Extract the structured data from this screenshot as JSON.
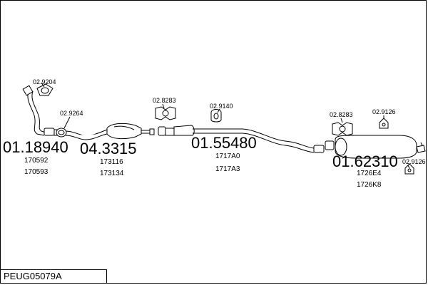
{
  "diagram_code": "PEUG05079A",
  "parts": [
    {
      "main": "01.18940",
      "refs": [
        "170592",
        "170593"
      ]
    },
    {
      "main": "04.3315",
      "refs": [
        "173116",
        "173134"
      ]
    },
    {
      "main": "01.55480",
      "refs": [
        "1717A0",
        "1717A3"
      ]
    },
    {
      "main": "01.62310",
      "refs": [
        "1726E4",
        "1726K8"
      ]
    }
  ],
  "accessories": [
    "02.9204",
    "02.9264",
    "02.8283",
    "02.9140",
    "02.8283",
    "02.9126",
    "02.9126"
  ]
}
